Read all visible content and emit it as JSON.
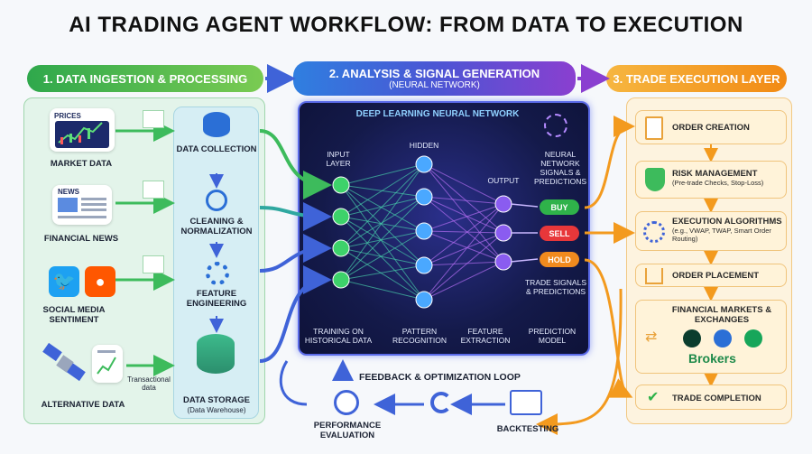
{
  "title": "AI TRADING AGENT WORKFLOW: FROM DATA TO EXECUTION",
  "sections": {
    "s1": "1. DATA INGESTION & PROCESSING",
    "s2": "2. ANALYSIS & SIGNAL GENERATION",
    "s2_sub": "(NEURAL NETWORK)",
    "s3": "3. TRADE EXECUTION LAYER"
  },
  "sources": [
    {
      "label": "MARKET DATA",
      "icon": "prices-chart-icon"
    },
    {
      "label": "FINANCIAL NEWS",
      "icon": "newspaper-icon"
    },
    {
      "label": "SOCIAL MEDIA SENTIMENT",
      "icon": "social-icons"
    },
    {
      "label": "ALTERNATIVE DATA",
      "icon": "satellite-icon"
    }
  ],
  "prices_text": "PRICES",
  "news_text": "NEWS",
  "transactional": "Transactional data",
  "processing": [
    {
      "label": "DATA COLLECTION"
    },
    {
      "label": "CLEANING & NORMALIZATION"
    },
    {
      "label": "FEATURE ENGINEERING"
    },
    {
      "label": "DATA STORAGE",
      "sub": "(Data Warehouse)"
    }
  ],
  "nn": {
    "title": "DEEP LEARNING NEURAL NETWORK",
    "input": "INPUT LAYER",
    "hidden": "HIDDEN",
    "output": "OUTPUT",
    "nn_label": "NEURAL NETWORK SIGNALS & PREDICTIONS",
    "trade_signals": "TRADE SIGNALS & PREDICTIONS",
    "bottom": [
      "TRAINING ON HISTORICAL DATA",
      "PATTERN RECOGNITION",
      "FEATURE EXTRACTION",
      "PREDICTION MODEL"
    ]
  },
  "signals": [
    {
      "label": "BUY",
      "color": "#2fb24a"
    },
    {
      "label": "SELL",
      "color": "#e8373a"
    },
    {
      "label": "HOLD",
      "color": "#f08a1e"
    }
  ],
  "feedback": {
    "loop": "FEEDBACK & OPTIMIZATION LOOP",
    "performance": "PERFORMANCE EVALUATION",
    "backtesting": "BACKTESTING"
  },
  "execution": [
    {
      "label": "ORDER CREATION",
      "sub": ""
    },
    {
      "label": "RISK MANAGEMENT",
      "sub": "(Pre-trade Checks, Stop-Loss)"
    },
    {
      "label": "EXECUTION ALGORITHMS",
      "sub": "(e.g., VWAP, TWAP, Smart Order Routing)"
    },
    {
      "label": "ORDER PLACEMENT",
      "sub": ""
    },
    {
      "label": "FINANCIAL MARKETS & EXCHANGES",
      "sub": ""
    },
    {
      "label": "TRADE COMPLETION",
      "sub": ""
    }
  ],
  "brokers": "Brokers",
  "colors": {
    "green": "#3dbb5c",
    "blue": "#3f63d8",
    "purple": "#8a3fd0",
    "orange": "#f39a1e",
    "navy": "#141a4a"
  }
}
